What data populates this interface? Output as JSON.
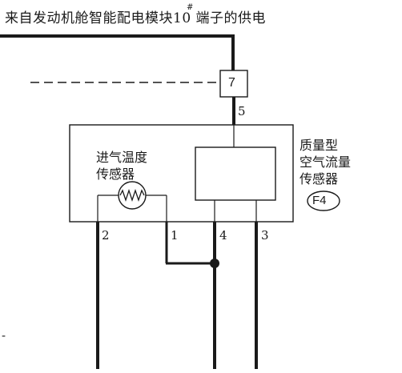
{
  "title": "来自发动机舱智能配电模块10 端子的供电",
  "title_sup": "#",
  "fuse_label": "7",
  "sensor_name": [
    "质量型",
    "空气流量",
    "传感器"
  ],
  "connector_label": "F4",
  "temp_sensor_name": [
    "进气温度",
    "传感器"
  ],
  "pins": {
    "p5": "5",
    "p2": "2",
    "p1": "1",
    "p4": "4",
    "p3": "3"
  },
  "edge_mark": "-",
  "colors": {
    "line": "#1a1a1a",
    "background": "#ffffff"
  },
  "icons": {
    "thermistor": "resistor-zigzag-icon"
  }
}
